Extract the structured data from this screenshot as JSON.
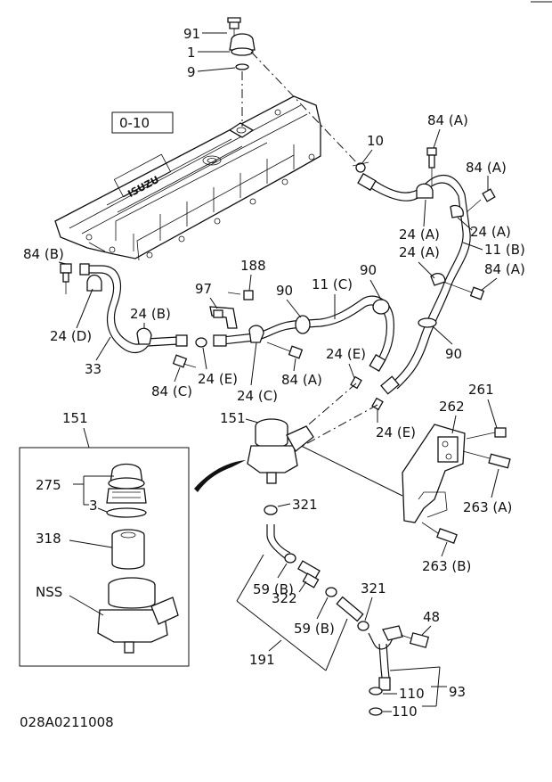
{
  "diagram": {
    "ref_box": "0-10",
    "drawing_code": "028A0211008",
    "valve_cover_brand": "ISUZU",
    "labels": {
      "p91": "91",
      "p1": "1",
      "p9": "9",
      "p10": "10",
      "p84a_1": "84 (A)",
      "p84a_2": "84 (A)",
      "p84a_3": "84 (A)",
      "p84a_4": "84 (A)",
      "p24a_1": "24 (A)",
      "p24a_2": "24 (A)",
      "p24a_3": "24 (A)",
      "p11b": "11 (B)",
      "p84b": "84 (B)",
      "p188": "188",
      "p97": "97",
      "p90_1": "90",
      "p90_2": "90",
      "p90_3": "90",
      "p11c": "11 (C)",
      "p24b": "24 (B)",
      "p24d": "24 (D)",
      "p33": "33",
      "p84c": "84 (C)",
      "p24e_1": "24 (E)",
      "p24e_2": "24 (E)",
      "p24e_3": "24 (E)",
      "p24c": "24 (C)",
      "p151_top": "151",
      "p151_mid": "151",
      "p261": "261",
      "p262": "262",
      "p263a": "263 (A)",
      "p263b": "263 (B)",
      "p275": "275",
      "p3": "3",
      "p318": "318",
      "pnss": "NSS",
      "p321_1": "321",
      "p321_2": "321",
      "p59b_1": "59 (B)",
      "p59b_2": "59 (B)",
      "p322": "322",
      "p191": "191",
      "p48": "48",
      "p110_1": "110",
      "p110_2": "110",
      "p93": "93"
    }
  }
}
